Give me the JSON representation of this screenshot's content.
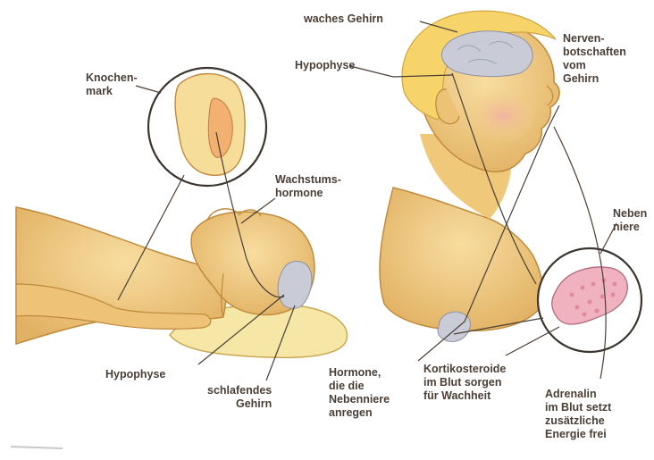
{
  "labels": {
    "waches_gehirn": "waches Gehirn",
    "hypophyse_top": "Hypophyse",
    "nervenbotschaften": "Nerven-\nbotschaften\nvom\nGehirn",
    "knochenmark": "Knochen-\nmark",
    "wachstumshormone": "Wachstums-\nhormone",
    "nebenniere": "Neben\nniere",
    "hypophyse_bottom": "Hypophyse",
    "schlafendes_gehirn": "schlafendes\nGehirn",
    "hormone_nebenniere": "Hormone,\ndie die\nNebenniere\nanregen",
    "kortikosteroide": "Kortikosteroide\nim Blut sorgen\nfür Wachheit",
    "adrenalin": "Adrenalin\nim Blut setzt\nzusätzliche\nEnergie frei"
  },
  "colors": {
    "skin": "#f3d488",
    "skin_shade": "#d9a65a",
    "hair": "#f6d46a",
    "brain": "#c9ccd6",
    "gland": "#f1b2c0",
    "line": "#4a3f36",
    "text": "#4a3f36"
  }
}
